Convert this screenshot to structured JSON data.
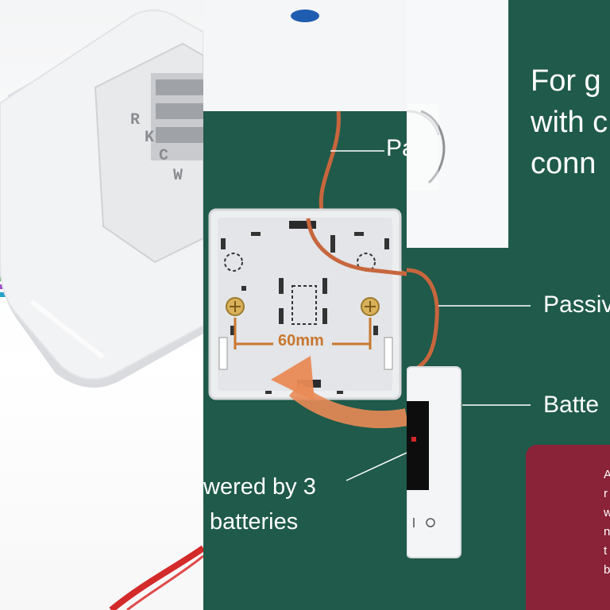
{
  "panel_left": {
    "terminal_letters": [
      "R",
      "K",
      "C",
      "W"
    ]
  },
  "panel_middle": {
    "dimension": "60mm",
    "label_top": "Pa",
    "caption_line1": "wered by 3",
    "caption_line2": "batteries"
  },
  "panel_right": {
    "heading_line1": "For g",
    "heading_line2": "with c",
    "heading_line3": "conn",
    "label_passive": "Passiv",
    "label_battery": "Batte",
    "card_lines": [
      "A",
      "r",
      "w",
      "n",
      "t",
      "b"
    ]
  },
  "colors": {
    "panel_green": "#1f5a4a",
    "wire_orange": "#c7663d",
    "arrow_orange": "#e98a55",
    "card_red": "#8a2338",
    "dimension_orange": "#c8772f"
  }
}
